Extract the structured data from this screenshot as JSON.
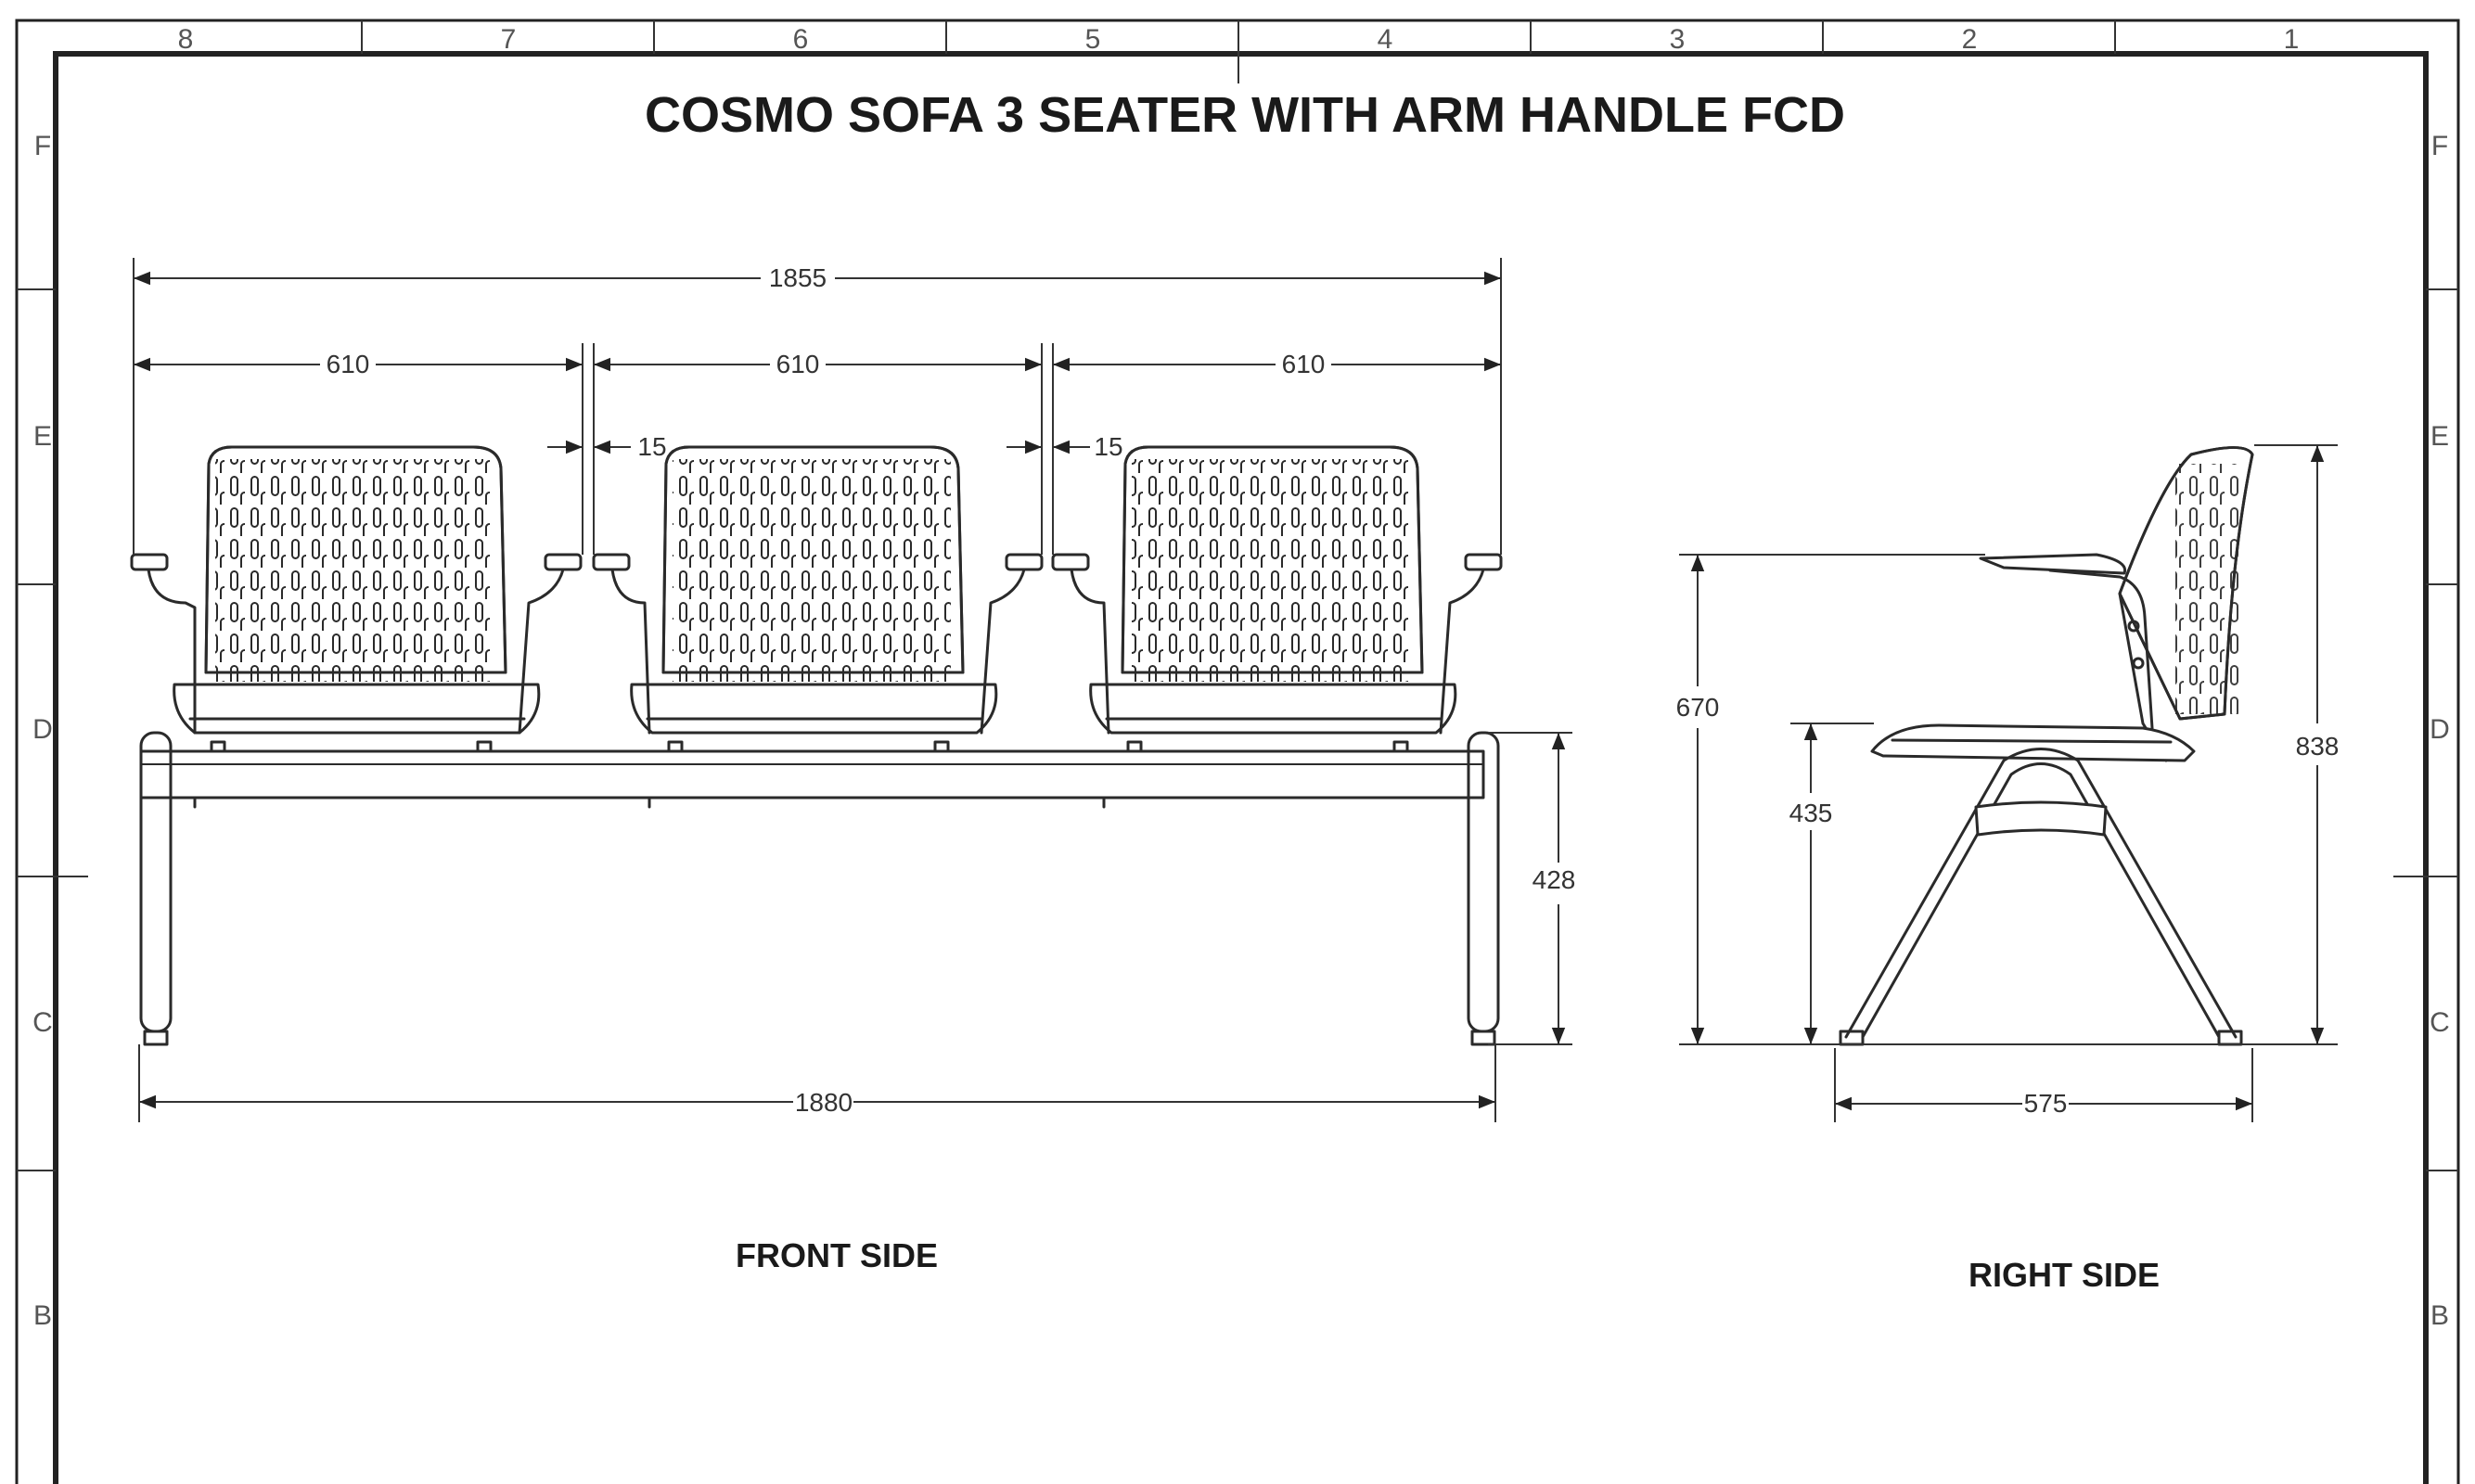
{
  "title": "COSMO SOFA 3 SEATER WITH ARM HANDLE FCD",
  "zones": {
    "columns": [
      "8",
      "7",
      "6",
      "5",
      "4",
      "3",
      "2",
      "1"
    ],
    "rows_left": [
      "F",
      "E",
      "D",
      "C",
      "B"
    ],
    "rows_right": [
      "F",
      "E",
      "D",
      "C",
      "B"
    ]
  },
  "front": {
    "label": "FRONT SIDE",
    "overall_width": "1855",
    "seat_width_1": "610",
    "seat_width_2": "610",
    "seat_width_3": "610",
    "gap_1": "15",
    "gap_2": "15",
    "beam_height": "428",
    "base_width": "1880"
  },
  "side": {
    "label": "RIGHT SIDE",
    "arm_height": "670",
    "seat_height": "435",
    "total_height": "838",
    "depth": "575"
  },
  "colors": {
    "line": "#222222",
    "background": "#ffffff"
  }
}
